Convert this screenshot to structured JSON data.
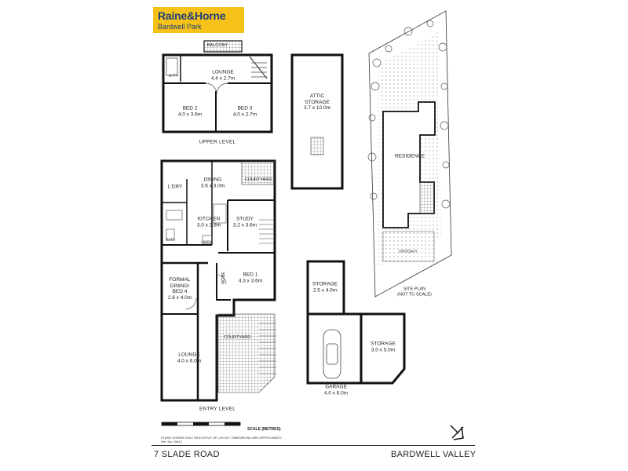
{
  "logo": {
    "brand": "Raine&Horne",
    "office": "Bardwell Park"
  },
  "levels": {
    "upper": "UPPER LEVEL",
    "entry": "ENTRY LEVEL"
  },
  "rooms": {
    "balcony": "BALCONY",
    "bath_upper": "BATH",
    "lounge_upper": "LOUNGE\n4.4 x 2.7m",
    "bed2": "BED 2\n4.0 x 3.6m",
    "bed3": "BED 3\n4.0 x 2.7m",
    "attic": "ATTIC\nSTORAGE\n3.7 x 10.0m",
    "residence": "RESIDENCE",
    "driveway": "DRIVEWAY",
    "site_plan": "SITE PLAN\n(NOT TO SCALE)",
    "dining": "DINING\n3.6 x 3.0m",
    "courtyard_upper": "COURTYARD",
    "ldry": "L'DRY",
    "kitchen": "KITCHEN\n3.0 x 2.8m",
    "study": "STUDY\n3.2 x 3.6m",
    "bath_entry": "BATH",
    "linen": "LINEN",
    "formal_dining": "FORMAL\nDINING/\nBED 4\n2.6 x 4.0m",
    "robe": "ROBE",
    "bed1": "BED 1\n4.3 x 3.6m",
    "courtyard_lower": "COURTYARD",
    "lounge_entry": "LOUNGE\n4.0 x 6.0m",
    "storage1": "STORAGE\n2.5 x 4.0m",
    "storage2": "STORAGE\n3.0 x 5.0m",
    "garage": "GARAGE\n4.0 x 6.0m"
  },
  "scale": {
    "label": "SCALE (METRES)"
  },
  "disclaimer": "PLANS SHOWN ONLY INDICATIVE OF LAYOUT. DIMENSIONS ARE APPROXIMATE.\nRef. No: 15812",
  "footer": {
    "address": "7 SLADE ROAD",
    "suburb": "BARDWELL VALLEY"
  },
  "colors": {
    "brand_yellow": "#f6c21a",
    "brand_blue": "#1c3f7c",
    "wall": "#111111"
  }
}
